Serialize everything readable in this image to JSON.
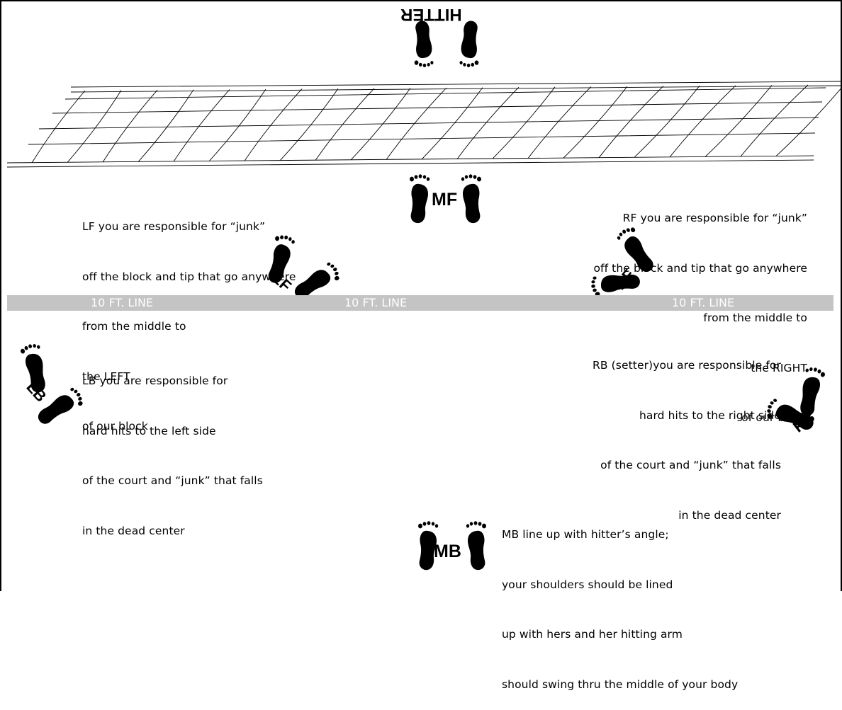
{
  "hitter": {
    "label": "HITTER"
  },
  "ten_foot_line": {
    "label": "10 FT. LINE",
    "color": "#c4c4c4"
  },
  "positions": {
    "mf": "MF",
    "lf": "LF",
    "rf": "RF",
    "lb": "LB",
    "rb": "RB",
    "mb": "MB"
  },
  "notes": {
    "lf": [
      "LF you are responsible for “junk”",
      "off the block and tip that go anywhere",
      "from the middle to",
      "the LEFT",
      "of our block"
    ],
    "rf": [
      "RF you are responsible for “junk”",
      "off the block and tip that go anywhere",
      "from the middle to",
      "the RIGHT",
      "of our block"
    ],
    "lb": [
      "LB you are responsible for",
      "hard hits to the left side",
      "of the court and “junk” that falls",
      "in the dead center"
    ],
    "rb": [
      "RB (setter)you are responsible for",
      "hard hits to the right side",
      "of the court and “junk” that falls",
      "in the dead center"
    ],
    "mb": [
      "MB line up with hitter’s angle;",
      "your shoulders should be lined",
      "up with hers and her hitting arm",
      "should swing thru the middle of your body"
    ]
  }
}
